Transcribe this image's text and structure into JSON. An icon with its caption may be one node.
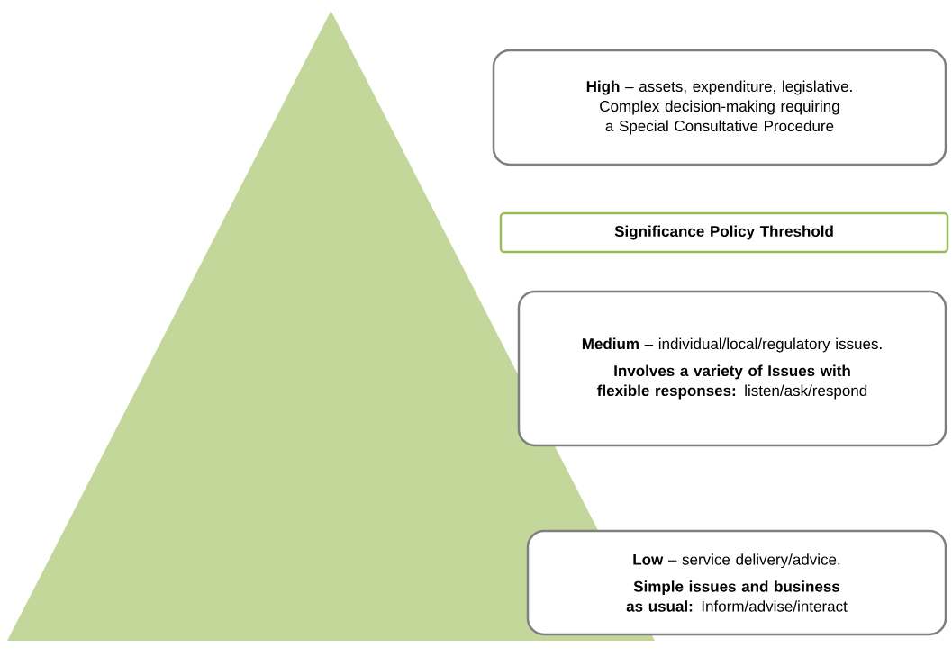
{
  "diagram": {
    "nodes": [
      {
        "text": [],
        "shape": "triangle"
      },
      {
        "text": [
          "**High** – assets, expenditure, legislative.",
          "Complex decision-making requiring a Special Consultative Procedure"
        ]
      },
      {
        "text": [
          "Significance Policy Threshold"
        ]
      },
      {
        "text": [
          "**Medium** – individual/local/regulatory issues.",
          "**Involves a variety of Issues with flexible responses:** listen/ask/respond"
        ]
      },
      {
        "text": [
          "**Low** – service delivery/advice.",
          "**Simple issues and business as usual:** Inform/advise/interact"
        ]
      }
    ]
  }
}
